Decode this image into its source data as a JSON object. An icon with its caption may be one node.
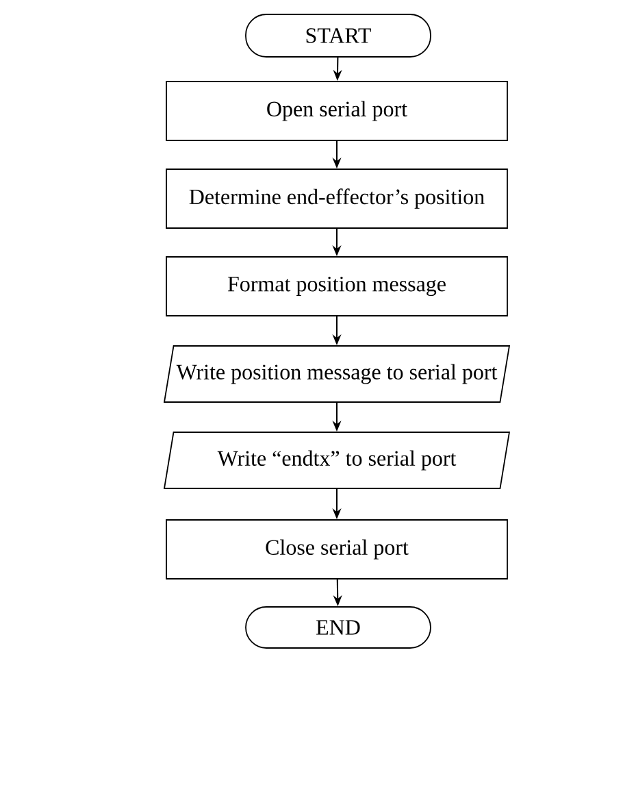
{
  "diagram": {
    "nodes": [
      {
        "text": [
          "START"
        ]
      },
      {
        "text": [
          "Open serial port"
        ]
      },
      {
        "text": [
          "Determine end-effector’s position"
        ]
      },
      {
        "text": [
          "Format position message"
        ]
      },
      {
        "text": [
          "Write position message to serial port"
        ]
      },
      {
        "text": [
          "Write “endtx” to serial port"
        ]
      },
      {
        "text": [
          "Close serial port"
        ]
      },
      {
        "text": [
          "END"
        ]
      }
    ],
    "edges": [
      {
        "from": 0,
        "to": 1,
        "arrow": "to"
      },
      {
        "from": 1,
        "to": 2,
        "arrow": "to"
      },
      {
        "from": 2,
        "to": 3,
        "arrow": "to"
      },
      {
        "from": 3,
        "to": 4,
        "arrow": "to"
      },
      {
        "from": 4,
        "to": 5,
        "arrow": "to"
      },
      {
        "from": 5,
        "to": 6,
        "arrow": "to"
      },
      {
        "from": 6,
        "to": 7,
        "arrow": "to"
      }
    ]
  }
}
